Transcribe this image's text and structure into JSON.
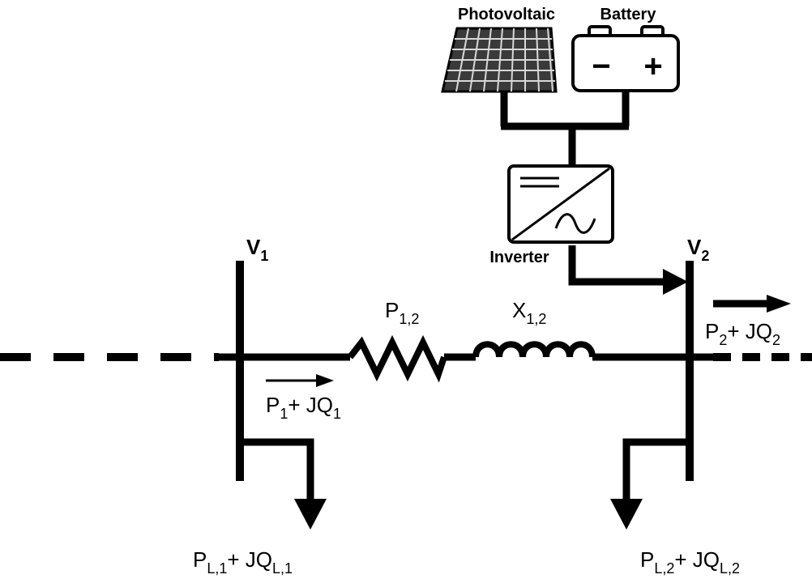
{
  "labels": {
    "pv": "Photovoltaic",
    "battery": "Battery",
    "battery_minus": "−",
    "battery_plus": "+",
    "inverter": "Inverter",
    "v1_main": "V",
    "v1_sub": "1",
    "v2_main": "V",
    "v2_sub": "2",
    "resistor_main": "P",
    "resistor_sub": "1,2",
    "inductor_main": "X",
    "inductor_sub": "1,2",
    "flow1": {
      "p": "P",
      "p_sub": "1",
      "mid": "+ JQ",
      "q_sub": "1"
    },
    "flow2": {
      "p": "P",
      "p_sub": "2",
      "mid": "+ JQ",
      "q_sub": "2"
    },
    "load1": {
      "p": "P",
      "p_sub": "L,1",
      "mid": "+ JQ",
      "q_sub": "L,1"
    },
    "load2": {
      "p": "P",
      "p_sub": "L,2",
      "mid": "+ JQ",
      "q_sub": "L,2"
    }
  }
}
